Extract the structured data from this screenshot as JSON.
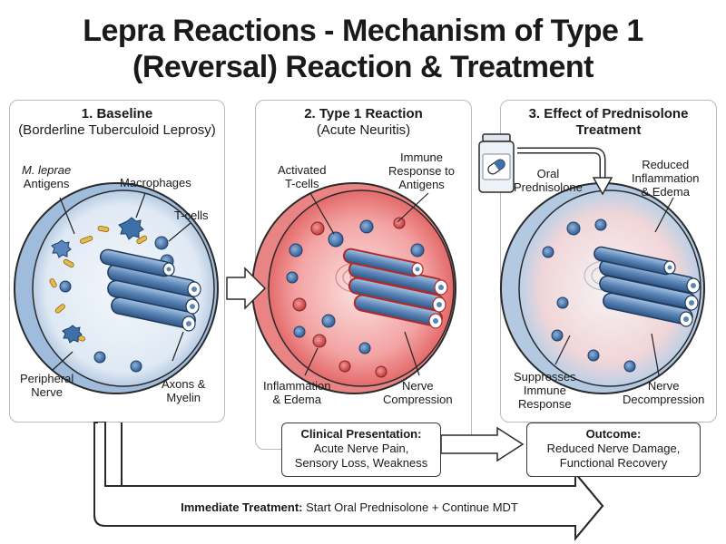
{
  "title": {
    "line1": "Lepra Reactions - Mechanism of Type 1",
    "line2": "(Reversal) Reaction & Treatment"
  },
  "panels": [
    {
      "heading": "1. Baseline",
      "subheading": "(Borderline Tuberculoid Leprosy)",
      "labels": {
        "antigens_1": "M. leprae",
        "antigens_2": "Antigens",
        "macrophages": "Macrophages",
        "tcells": "T-cells",
        "nerve_1": "Peripheral",
        "nerve_2": "Nerve",
        "axons_1": "Axons &",
        "axons_2": "Myelin"
      }
    },
    {
      "heading": "2. Type 1 Reaction",
      "subheading": "(Acute Neuritis)",
      "labels": {
        "activated_1": "Activated",
        "activated_2": "T-cells",
        "immune_1": "Immune",
        "immune_2": "Response to",
        "immune_3": "Antigens",
        "inflam_1": "Inflammation",
        "inflam_2": "& Edema",
        "compress_1": "Nerve",
        "compress_2": "Compression"
      },
      "box": {
        "title": "Clinical Presentation:",
        "line1": "Acute Nerve Pain,",
        "line2": "Sensory Loss, Weakness"
      }
    },
    {
      "heading": "3. Effect of Prednisolone",
      "subheading": "Treatment",
      "labels": {
        "oral_1": "Oral",
        "oral_2": "Prednisolone",
        "reduced_1": "Reduced",
        "reduced_2": "Inflammation",
        "reduced_3": "& Edema",
        "suppress_1": "Suppresses",
        "suppress_2": "Immune",
        "suppress_3": "Response",
        "decompress_1": "Nerve",
        "decompress_2": "Decompression"
      },
      "box": {
        "title": "Outcome:",
        "line1": "Reduced Nerve Damage,",
        "line2": "Functional Recovery"
      }
    }
  ],
  "bottom": {
    "bold": "Immediate Treatment:",
    "rest": " Start Oral Prednisolone + Continue MDT"
  },
  "colors": {
    "nerve_blue": "#5b86b8",
    "inflammation_red": "#e86a6a",
    "cell_blue": "#3d6fa8",
    "antigen_yellow": "#e8b84a",
    "outline": "#2a2a2a"
  }
}
